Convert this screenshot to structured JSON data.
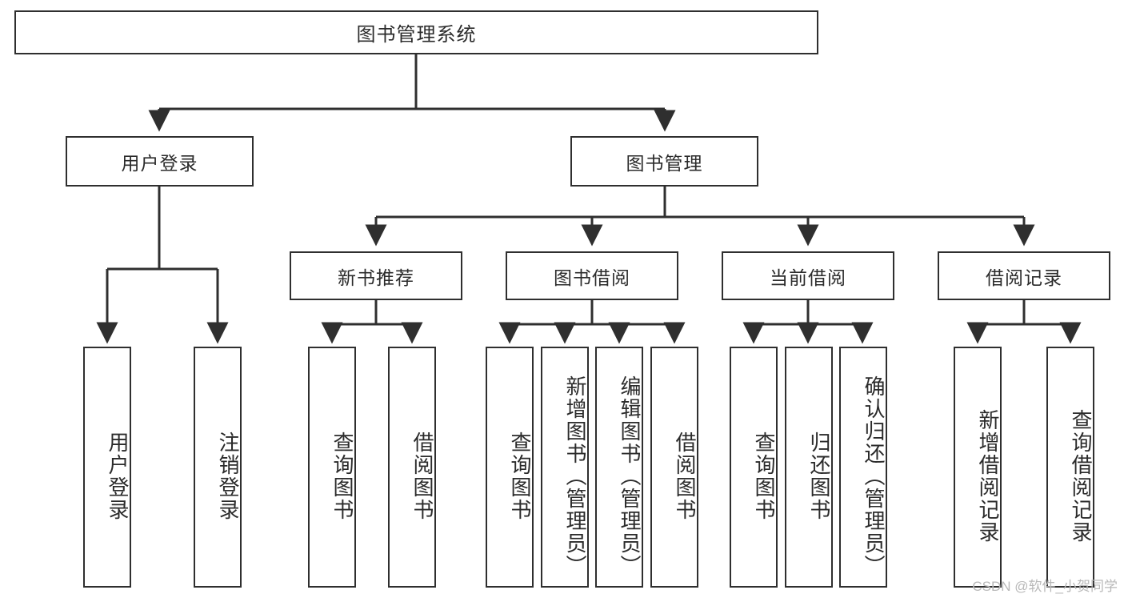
{
  "diagram": {
    "type": "tree",
    "title": "图书管理系统",
    "orientation": "top-down",
    "line_color": "#2f2f2f",
    "box_fill": "#ffffff",
    "text_color": "#2b2b2b"
  },
  "nodes": {
    "root": {
      "label": "图书管理系统",
      "level": 0
    },
    "level1": [
      {
        "id": "user-login",
        "label": "用户登录"
      },
      {
        "id": "book-manage",
        "label": "图书管理"
      }
    ],
    "level2": [
      {
        "id": "new-book-recommend",
        "label": "新书推荐",
        "parent": "book-manage"
      },
      {
        "id": "book-borrow",
        "label": "图书借阅",
        "parent": "book-manage"
      },
      {
        "id": "current-borrow",
        "label": "当前借阅",
        "parent": "book-manage"
      },
      {
        "id": "borrow-record",
        "label": "借阅记录",
        "parent": "book-manage"
      }
    ],
    "leaves": [
      {
        "id": "leaf-user-login",
        "label": "用户登录",
        "parent": "user-login"
      },
      {
        "id": "leaf-logout",
        "label": "注销登录",
        "parent": "user-login"
      },
      {
        "id": "leaf-query-book-1",
        "label": "查询图书",
        "parent": "new-book-recommend"
      },
      {
        "id": "leaf-borrow-book-1",
        "label": "借阅图书",
        "parent": "new-book-recommend"
      },
      {
        "id": "leaf-query-book-2",
        "label": "查询图书",
        "parent": "book-borrow"
      },
      {
        "id": "leaf-add-book",
        "label": "新增图书（管理员）",
        "parent": "book-borrow"
      },
      {
        "id": "leaf-edit-book",
        "label": "编辑图书（管理员）",
        "parent": "book-borrow"
      },
      {
        "id": "leaf-borrow-book-2",
        "label": "借阅图书",
        "parent": "book-borrow"
      },
      {
        "id": "leaf-query-book-3",
        "label": "查询图书",
        "parent": "current-borrow"
      },
      {
        "id": "leaf-return-book",
        "label": "归还图书",
        "parent": "current-borrow"
      },
      {
        "id": "leaf-confirm-return",
        "label": "确认归还（管理员）",
        "parent": "current-borrow"
      },
      {
        "id": "leaf-add-record",
        "label": "新增借阅记录",
        "parent": "borrow-record"
      },
      {
        "id": "leaf-query-record",
        "label": "查询借阅记录",
        "parent": "borrow-record"
      }
    ]
  },
  "watermark": {
    "text": "CSDN @软件_小贺同学"
  }
}
